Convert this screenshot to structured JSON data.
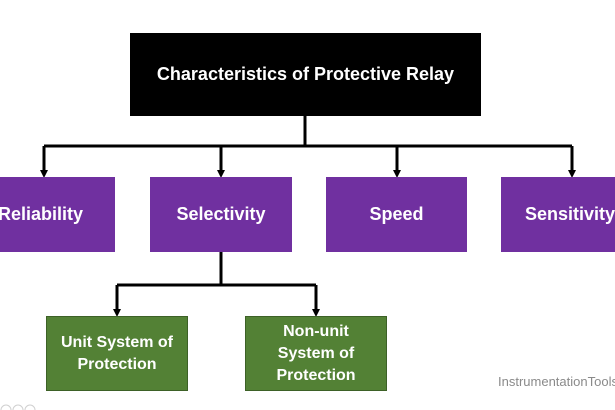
{
  "title": "Characteristics of Protective Relay",
  "characteristics": [
    "Reliability",
    "Selectivity",
    "Speed",
    "Sensitivity"
  ],
  "selectivity_types": {
    "unit": "Unit System of Protection",
    "non_unit": "Non-unit System of Protection"
  },
  "watermark": "InstrumentationTools.",
  "colors": {
    "root": "#000000",
    "characteristic": "#7030a0",
    "subtype": "#538135",
    "connector": "#000000"
  }
}
